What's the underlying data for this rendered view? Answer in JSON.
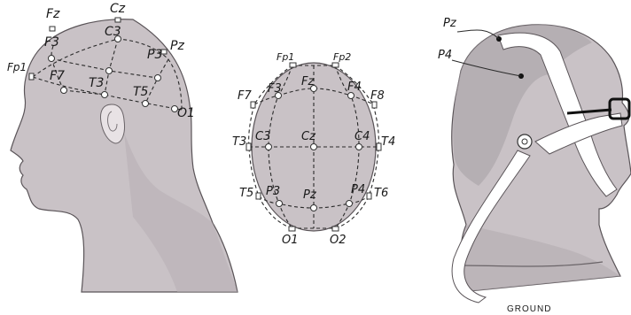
{
  "figure": {
    "side_view": {
      "labels": {
        "fz": "Fz",
        "cz": "Cz",
        "f3": "F3",
        "c3": "C3",
        "p3": "P3",
        "pz": "Pz",
        "fp1": "Fp1",
        "f7": "F7",
        "t3": "T3",
        "t5": "T5",
        "o1": "O1"
      }
    },
    "top_view": {
      "labels": {
        "fp1": "Fp1",
        "fp2": "Fp2",
        "f7": "F7",
        "f3": "F3",
        "fz": "Fz",
        "f4": "F4",
        "f8": "F8",
        "t3": "T3",
        "c3": "C3",
        "cz": "Cz",
        "c4": "C4",
        "t4": "T4",
        "t5": "T5",
        "p3": "P3",
        "pz": "Pz",
        "p4": "P4",
        "t6": "T6",
        "o1": "O1",
        "o2": "O2"
      }
    },
    "montage_view": {
      "labels": {
        "pz": "Pz",
        "p4": "P4",
        "ground": "GROUND"
      }
    },
    "colors": {
      "skin": "#c9c2c6",
      "skin_shadow": "#b7afb4",
      "line": "#2a2a2a",
      "electrode": "#ffffff"
    }
  }
}
